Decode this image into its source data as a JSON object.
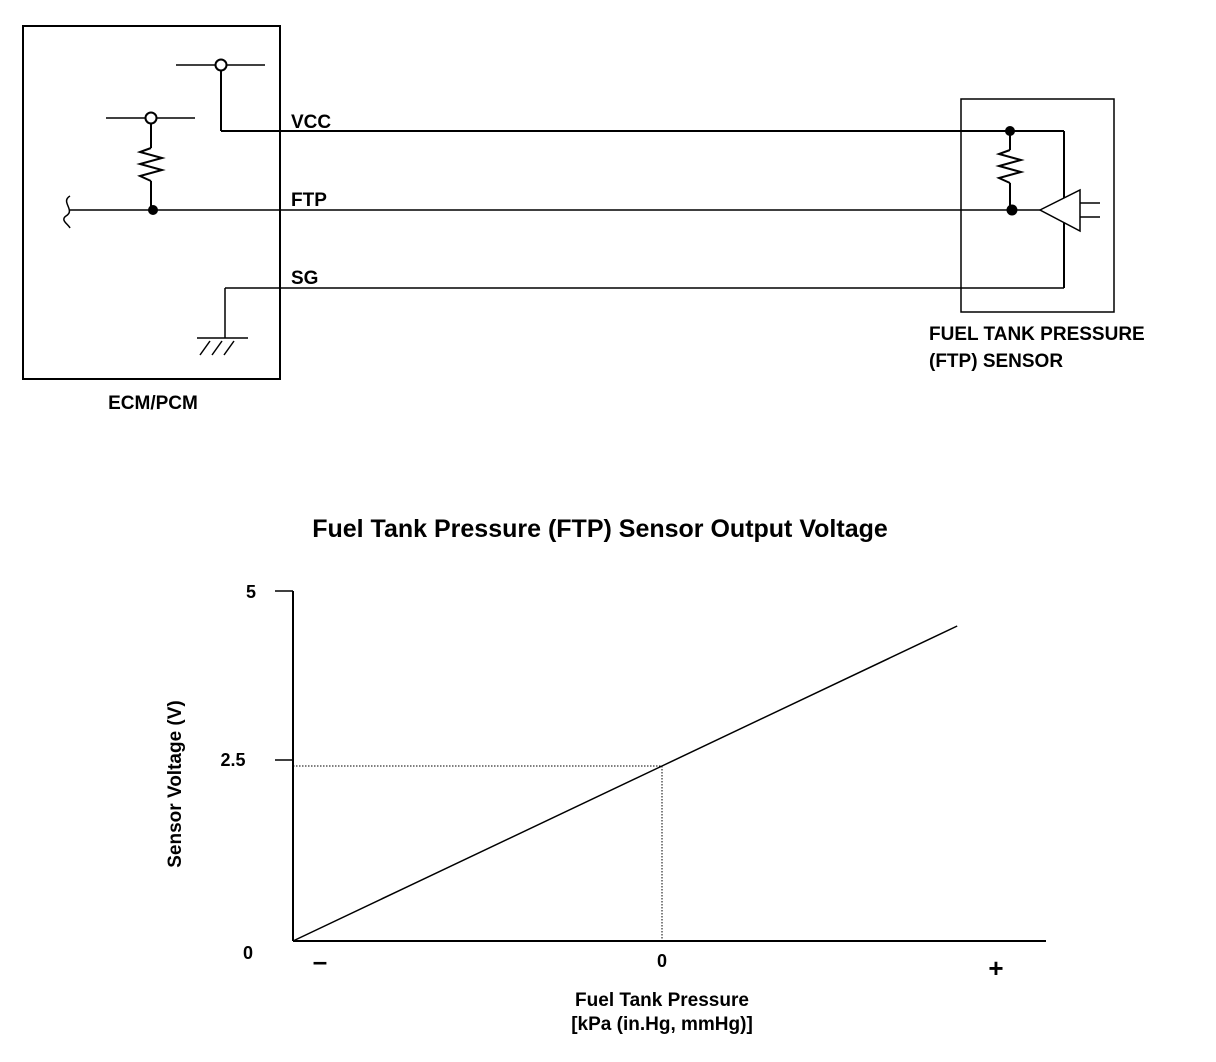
{
  "diagram": {
    "ecm_label": "ECM/PCM",
    "wires": {
      "vcc": "VCC",
      "ftp": "FTP",
      "sg": "SG"
    },
    "sensor_label_line1": "FUEL TANK PRESSURE",
    "sensor_label_line2": "(FTP) SENSOR"
  },
  "chart_data": {
    "type": "line",
    "title": "Fuel Tank Pressure (FTP) Sensor Output Voltage",
    "ylabel": "Sensor Voltage (V)",
    "xlabel_line1": "Fuel Tank Pressure",
    "xlabel_line2": "[kPa (in.Hg, mmHg)]",
    "y_ticks": [
      "0",
      "2.5",
      "5"
    ],
    "x_ticks": [
      "–",
      "0",
      "+"
    ],
    "ylim": [
      0,
      5
    ],
    "xlim": [
      -1,
      1.05
    ],
    "series": [
      {
        "x": [
          -1,
          0,
          0.8
        ],
        "y": [
          0,
          2.5,
          4.5
        ]
      }
    ],
    "reference_point": {
      "x": 0,
      "y": 2.5
    },
    "grid": false,
    "legend": "none"
  }
}
